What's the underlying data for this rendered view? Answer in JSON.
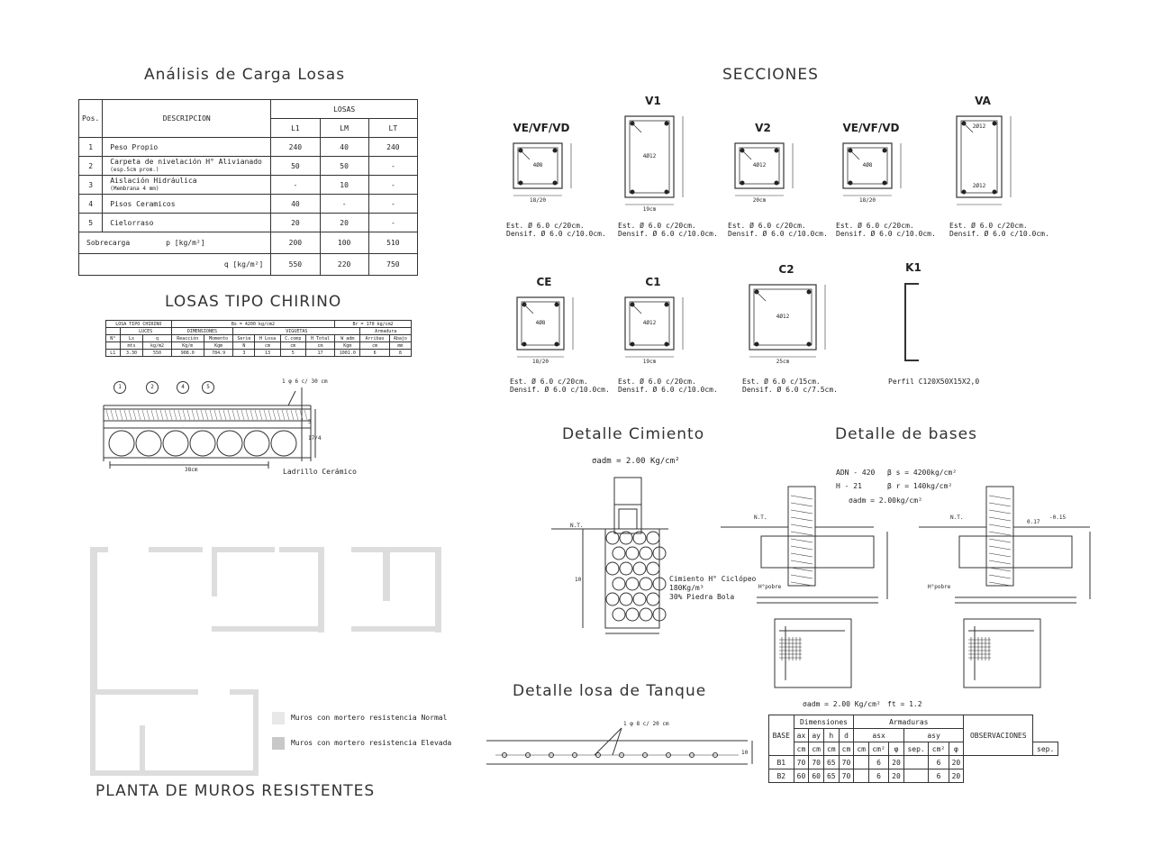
{
  "titles": {
    "analisis": "Análisis de Carga Losas",
    "losas_chirino": "LOSAS TIPO CHIRINO",
    "planta": "PLANTA DE MUROS RESISTENTES",
    "secciones": "SECCIONES",
    "cimiento": "Detalle Cimiento",
    "bases": "Detalle de bases",
    "tanque": "Detalle losa de Tanque"
  },
  "load_table": {
    "h_pos": "Pos.",
    "h_desc": "DESCRIPCION",
    "h_losas": "LOSAS",
    "cols": [
      "L1",
      "LM",
      "LT"
    ],
    "rows": [
      {
        "pos": "1",
        "desc": "Peso Propio",
        "sub": "",
        "v": [
          "240",
          "40",
          "240"
        ]
      },
      {
        "pos": "2",
        "desc": "Carpeta de nivelación H° Alivianado",
        "sub": "(esp.5cm prom.)",
        "v": [
          "50",
          "50",
          "-"
        ]
      },
      {
        "pos": "3",
        "desc": "Aislación Hidráulica",
        "sub": "(Membrana 4 mm)",
        "v": [
          "-",
          "10",
          "-"
        ]
      },
      {
        "pos": "4",
        "desc": "Pisos Ceramicos",
        "sub": "",
        "v": [
          "40",
          "-",
          "-"
        ]
      },
      {
        "pos": "5",
        "desc": "Cielorraso",
        "sub": "",
        "v": [
          "20",
          "20",
          "-"
        ]
      }
    ],
    "sobrecarga": {
      "label": "Sobrecarga",
      "unit": "p [kg/m²]",
      "v": [
        "200",
        "100",
        "510"
      ]
    },
    "total": {
      "label": "q [kg/m²]",
      "v": [
        "550",
        "220",
        "750"
      ]
    }
  },
  "chirino_table": {
    "r1": [
      "LOSA TIPO CHIRINO",
      "Bs = 4200 kg/cm2",
      "Br = 170 kg/cm2"
    ],
    "r2": [
      "LUCES",
      "DIMENSIONES",
      "VIGUETAS",
      "Armadura"
    ],
    "r3": [
      "N°",
      "Lx",
      "q",
      "Reacción",
      "Momento",
      "Serie",
      "H Losa",
      "C.comp",
      "H Total",
      "W adm",
      "Arribas",
      "Abajo"
    ],
    "r4": [
      "mts",
      "kg/m2",
      "Kg/m",
      "Kgm",
      "N",
      "cm",
      "cm",
      "cm",
      "Kgm",
      "cm",
      "mm"
    ],
    "r5": [
      "L1",
      "3.30",
      "550",
      "908.0",
      "784.9",
      "3",
      "13",
      "5",
      "17",
      "1001.0",
      "6",
      "8"
    ]
  },
  "chirino_drawing": {
    "circles": [
      "1",
      "2",
      "4",
      "5"
    ],
    "note": "1 φ 6 c/ 30 cm",
    "dim": "38cm",
    "brick": "Ladrillo Cerámico",
    "h1": "5",
    "h2": "17/4"
  },
  "legend": [
    {
      "label": "Muros con mortero resistencia Normal",
      "color": "#e8e8e8"
    },
    {
      "label": "Muros con mortero resistencia Elevada",
      "color": "#c8c8c8"
    }
  ],
  "sections": [
    {
      "name": "VE/VF/VD",
      "bars": "4Ø8",
      "w": "18/20",
      "est": "Est. Ø 6.0 c/20cm.",
      "dens": "Densif. Ø 6.0 c/10.0cm."
    },
    {
      "name": "V1",
      "bars": "4Ø12",
      "w": "19cm",
      "est": "Est. Ø 6.0 c/20cm.",
      "dens": "Densif. Ø 6.0 c/10.0cm."
    },
    {
      "name": "V2",
      "bars": "4Ø12",
      "w": "20cm",
      "est": "Est. Ø 6.0 c/20cm.",
      "dens": "Densif. Ø 6.0 c/10.0cm."
    },
    {
      "name": "VE/VF/VD",
      "bars": "4Ø8",
      "w": "18/20",
      "est": "Est. Ø 6.0 c/20cm.",
      "dens": "Densif. Ø 6.0 c/10.0cm."
    },
    {
      "name": "VA",
      "bars": "2Ø12",
      "bars2": "2Ø12",
      "w": "",
      "est": "Est. Ø 6.0 c/20cm.",
      "dens": "Densif. Ø 6.0 c/10.0cm."
    },
    {
      "name": "CE",
      "bars": "4Ø8",
      "w": "18/20",
      "est": "Est. Ø 6.0 c/20cm.",
      "dens": "Densif. Ø 6.0 c/10.0cm."
    },
    {
      "name": "C1",
      "bars": "4Ø12",
      "w": "19cm",
      "est": "Est. Ø 6.0 c/20cm.",
      "dens": "Densif. Ø 6.0 c/10.0cm."
    },
    {
      "name": "C2",
      "bars": "4Ø12",
      "w": "25cm",
      "est": "Est. Ø 6.0 c/15cm.",
      "dens": "Densif. Ø 6.0 c/7.5cm."
    },
    {
      "name": "K1",
      "bars": "",
      "w": "",
      "est": "Perfil C120X50X15X2,0",
      "dens": ""
    }
  ],
  "cimiento": {
    "sigma": "σadm = 2.00 Kg/cm²",
    "nt": "N.T.",
    "desc1": "Cimiento H° Ciclópeo",
    "desc2": "180Kg/m³",
    "desc3": "30% Piedra Bola",
    "h": "10"
  },
  "bases": {
    "p1": "ADN - 420",
    "p2": "β s = 4200kg/cm²",
    "p3": "H - 21",
    "p4": "β r = 140kg/cm²",
    "p5": "σadm = 2.00kg/cm²",
    "nt": "N.T.",
    "hlimpieza": "H°pobre",
    "elev1": "0.17",
    "elev2": "-0.15",
    "sigma_t": "σadm = 2.00 Kg/cm²",
    "f": "ft = 1.2"
  },
  "bases_table": {
    "h_base": "BASE",
    "h_dim": "Dimensiones",
    "h_arm": "Armaduras",
    "h_obs": "OBSERVACIONES",
    "sub": [
      "ax",
      "ay",
      "h",
      "d",
      "asx",
      "asy"
    ],
    "units": [
      "cm",
      "cm",
      "cm",
      "cm",
      "cm",
      "cm²",
      "φ",
      "sep.",
      "cm²",
      "φ",
      "sep."
    ],
    "rows": [
      [
        "B1",
        "70",
        "70",
        "65",
        "70",
        "",
        "6",
        "20",
        "",
        "6",
        "20"
      ],
      [
        "B2",
        "60",
        "60",
        "65",
        "70",
        "",
        "6",
        "20",
        "",
        "6",
        "20"
      ]
    ]
  },
  "tanque": {
    "note": "1 φ 8 c/ 20 cm",
    "h": "10"
  }
}
